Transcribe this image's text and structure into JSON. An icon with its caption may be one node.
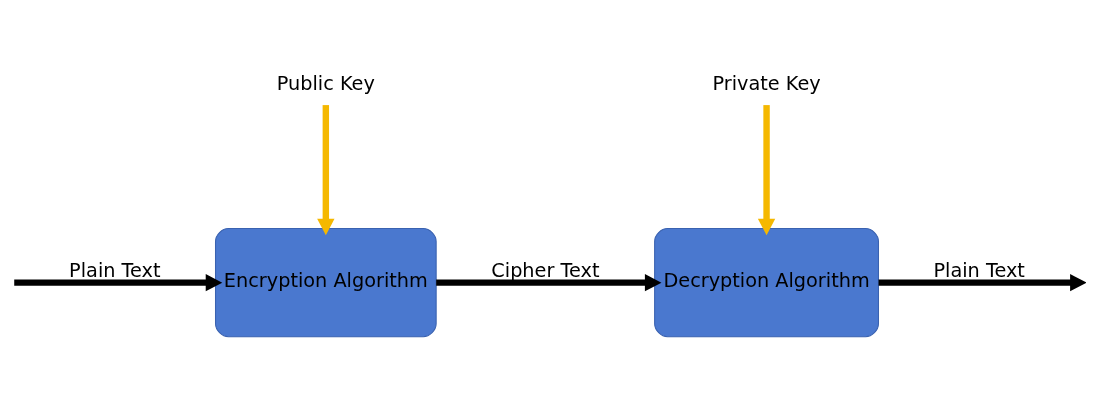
{
  "diagram": {
    "nodes": [
      {
        "text": [
          "Public Key"
        ]
      },
      {
        "text": [
          "Private Key"
        ]
      },
      {
        "text": [
          "Encryption Algorithm"
        ]
      },
      {
        "text": [
          "Decryption Algorithm"
        ]
      }
    ],
    "edges": [
      {
        "from": null,
        "to": 2,
        "arrow": "to",
        "label": "Plain Text"
      },
      {
        "from": 0,
        "to": 2,
        "arrow": "to",
        "color": "#f5b800"
      },
      {
        "from": 2,
        "to": 3,
        "arrow": "to",
        "label": "Cipher Text"
      },
      {
        "from": 1,
        "to": 3,
        "arrow": "to",
        "color": "#f5b800"
      },
      {
        "from": 3,
        "to": null,
        "arrow": "to",
        "label": "Plain Text"
      }
    ]
  }
}
